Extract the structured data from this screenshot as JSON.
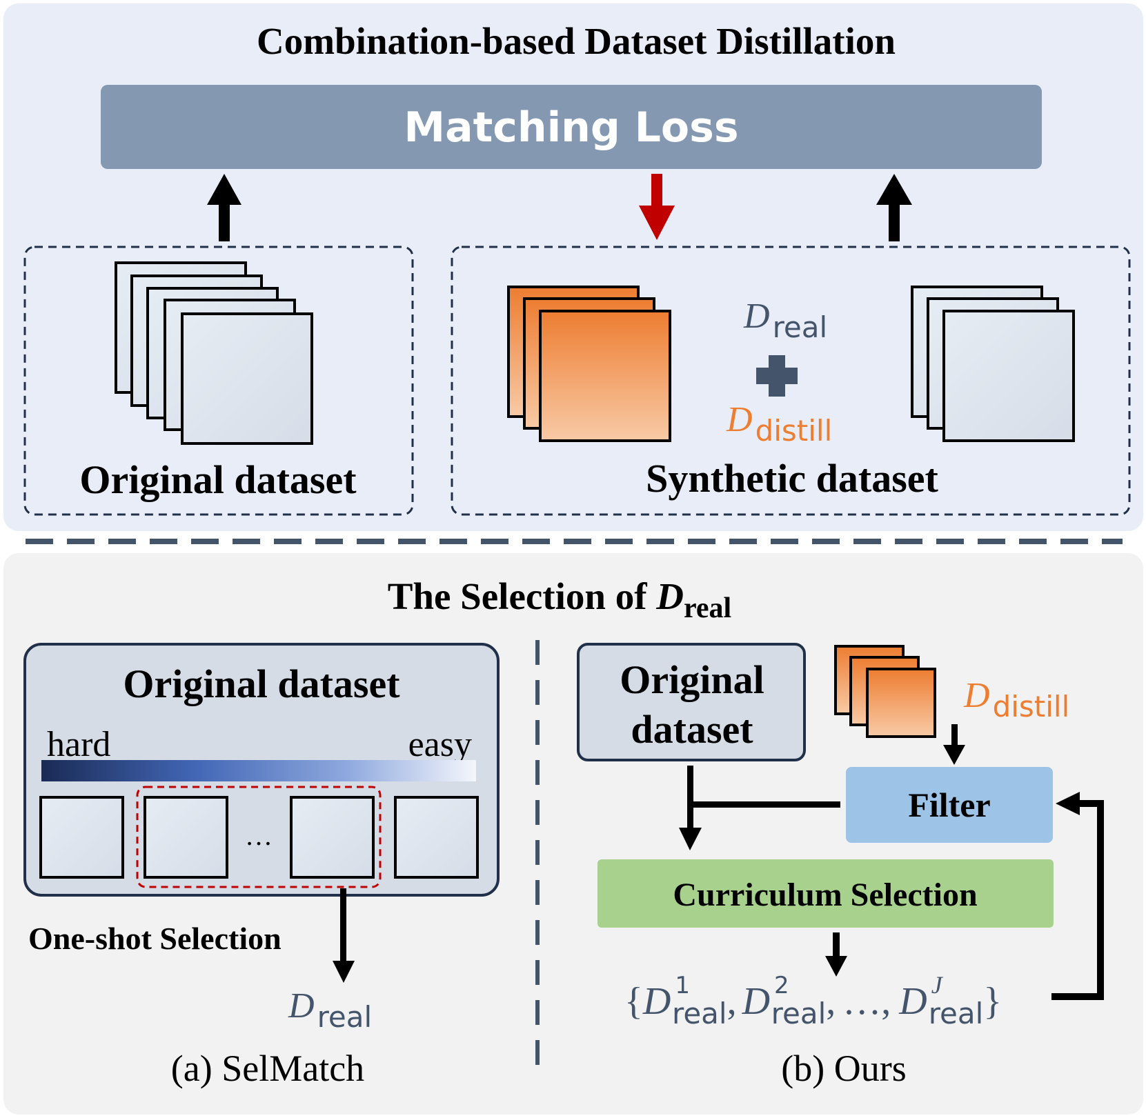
{
  "top": {
    "title": "Combination-based Dataset Distillation",
    "matching_loss": "Matching Loss",
    "original_label": "Original dataset",
    "synthetic_label": "Synthetic dataset",
    "d_real": {
      "base": "D",
      "sub": "real"
    },
    "d_distill": {
      "base": "D",
      "sub": "distill"
    }
  },
  "bottom": {
    "title": {
      "prefix": "The Selection of ",
      "base": "D",
      "sub": "real"
    },
    "selmatch": {
      "box_title": "Original dataset",
      "hard": "hard",
      "easy": "easy",
      "ellipsis": "…",
      "one_shot": "One-shot Selection",
      "output": {
        "base": "D",
        "sub": "real"
      },
      "caption": "(a) SelMatch"
    },
    "ours": {
      "orig_line1": "Original",
      "orig_line2": "dataset",
      "distill": {
        "base": "D",
        "sub": "distill"
      },
      "filter": "Filter",
      "curriculum": "Curriculum Selection",
      "set": {
        "open": "{",
        "d": "D",
        "sub": "real",
        "sup1": "1",
        "sup2": "2",
        "supJ": "J",
        "comma": ",",
        "dots": "…",
        "close": "}"
      },
      "caption": "(b) Ours"
    }
  },
  "colors": {
    "top_bg": "#e9edf7",
    "bottom_bg": "#f2f2f2",
    "matching_loss": "#8498b2",
    "orange": "#ed7d31",
    "slate": "#44546a",
    "red_arrow": "#c00000",
    "filter": "#9dc3e6",
    "curriculum": "#a9d18e"
  }
}
